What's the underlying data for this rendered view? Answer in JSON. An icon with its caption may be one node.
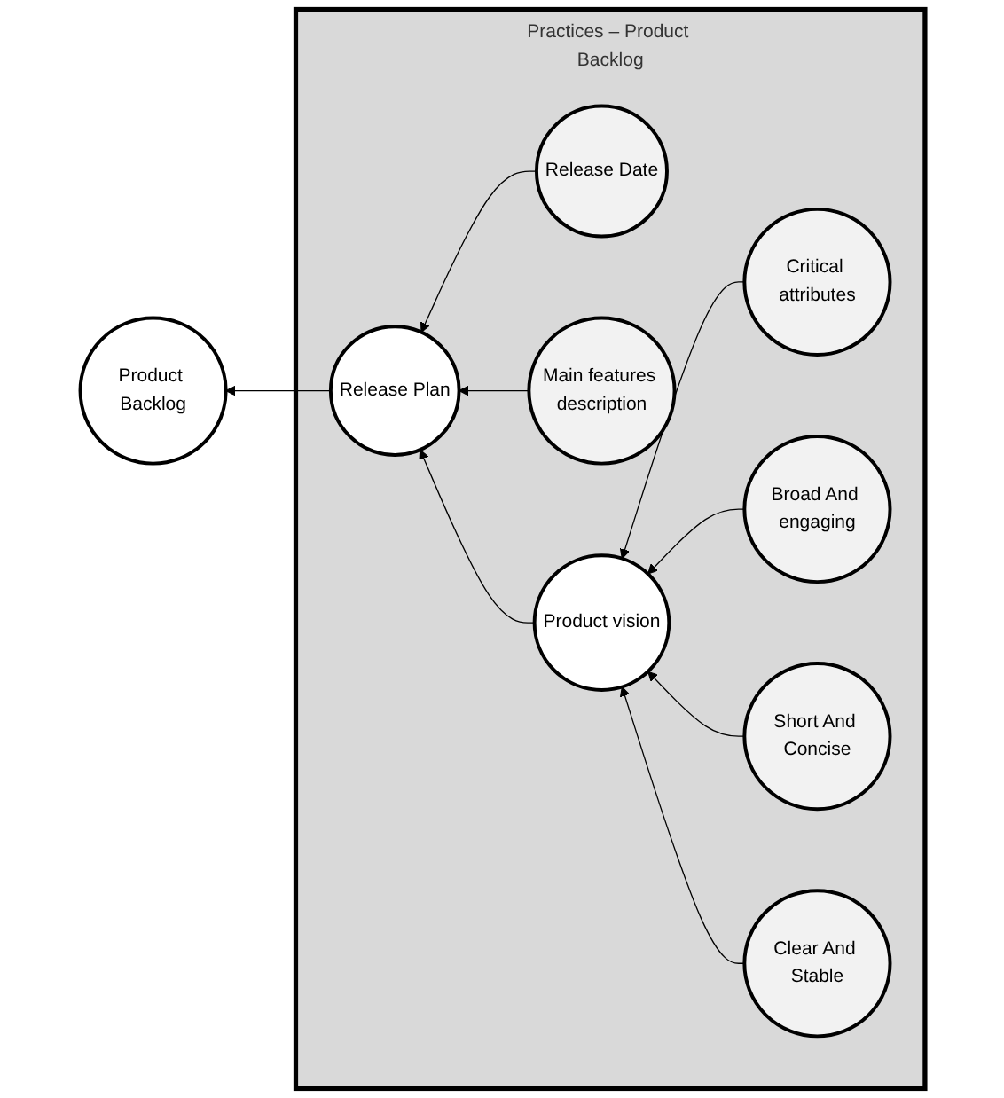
{
  "diagram": {
    "nodes": [
      {
        "text": [
          "Product Backlog"
        ]
      },
      {
        "text": [
          "Practices – Product Backlog"
        ]
      },
      {
        "text": [
          "Critical attributes"
        ],
        "in": 1
      },
      {
        "text": [
          "Release Date"
        ],
        "in": 1
      },
      {
        "text": [
          "Release Plan"
        ],
        "in": 1
      },
      {
        "text": [
          "Broad And engaging"
        ],
        "in": 1
      },
      {
        "text": [
          "Main features description"
        ],
        "in": 1
      },
      {
        "text": [
          "Short And Concise"
        ],
        "in": 1
      },
      {
        "text": [
          "Product vision"
        ],
        "in": 1
      },
      {
        "text": [
          "Clear And Stable"
        ],
        "in": 1
      }
    ],
    "edges": [
      {
        "from": 4,
        "to": 0,
        "arrow": "to"
      },
      {
        "from": 3,
        "to": 4,
        "arrow": "to"
      },
      {
        "from": 6,
        "to": 4,
        "arrow": "to"
      },
      {
        "from": 8,
        "to": 4,
        "arrow": "to"
      },
      {
        "from": 2,
        "to": 8,
        "arrow": "to"
      },
      {
        "from": 5,
        "to": 8,
        "arrow": "to"
      },
      {
        "from": 7,
        "to": 8,
        "arrow": "to"
      },
      {
        "from": 9,
        "to": 8,
        "arrow": "to"
      }
    ]
  }
}
